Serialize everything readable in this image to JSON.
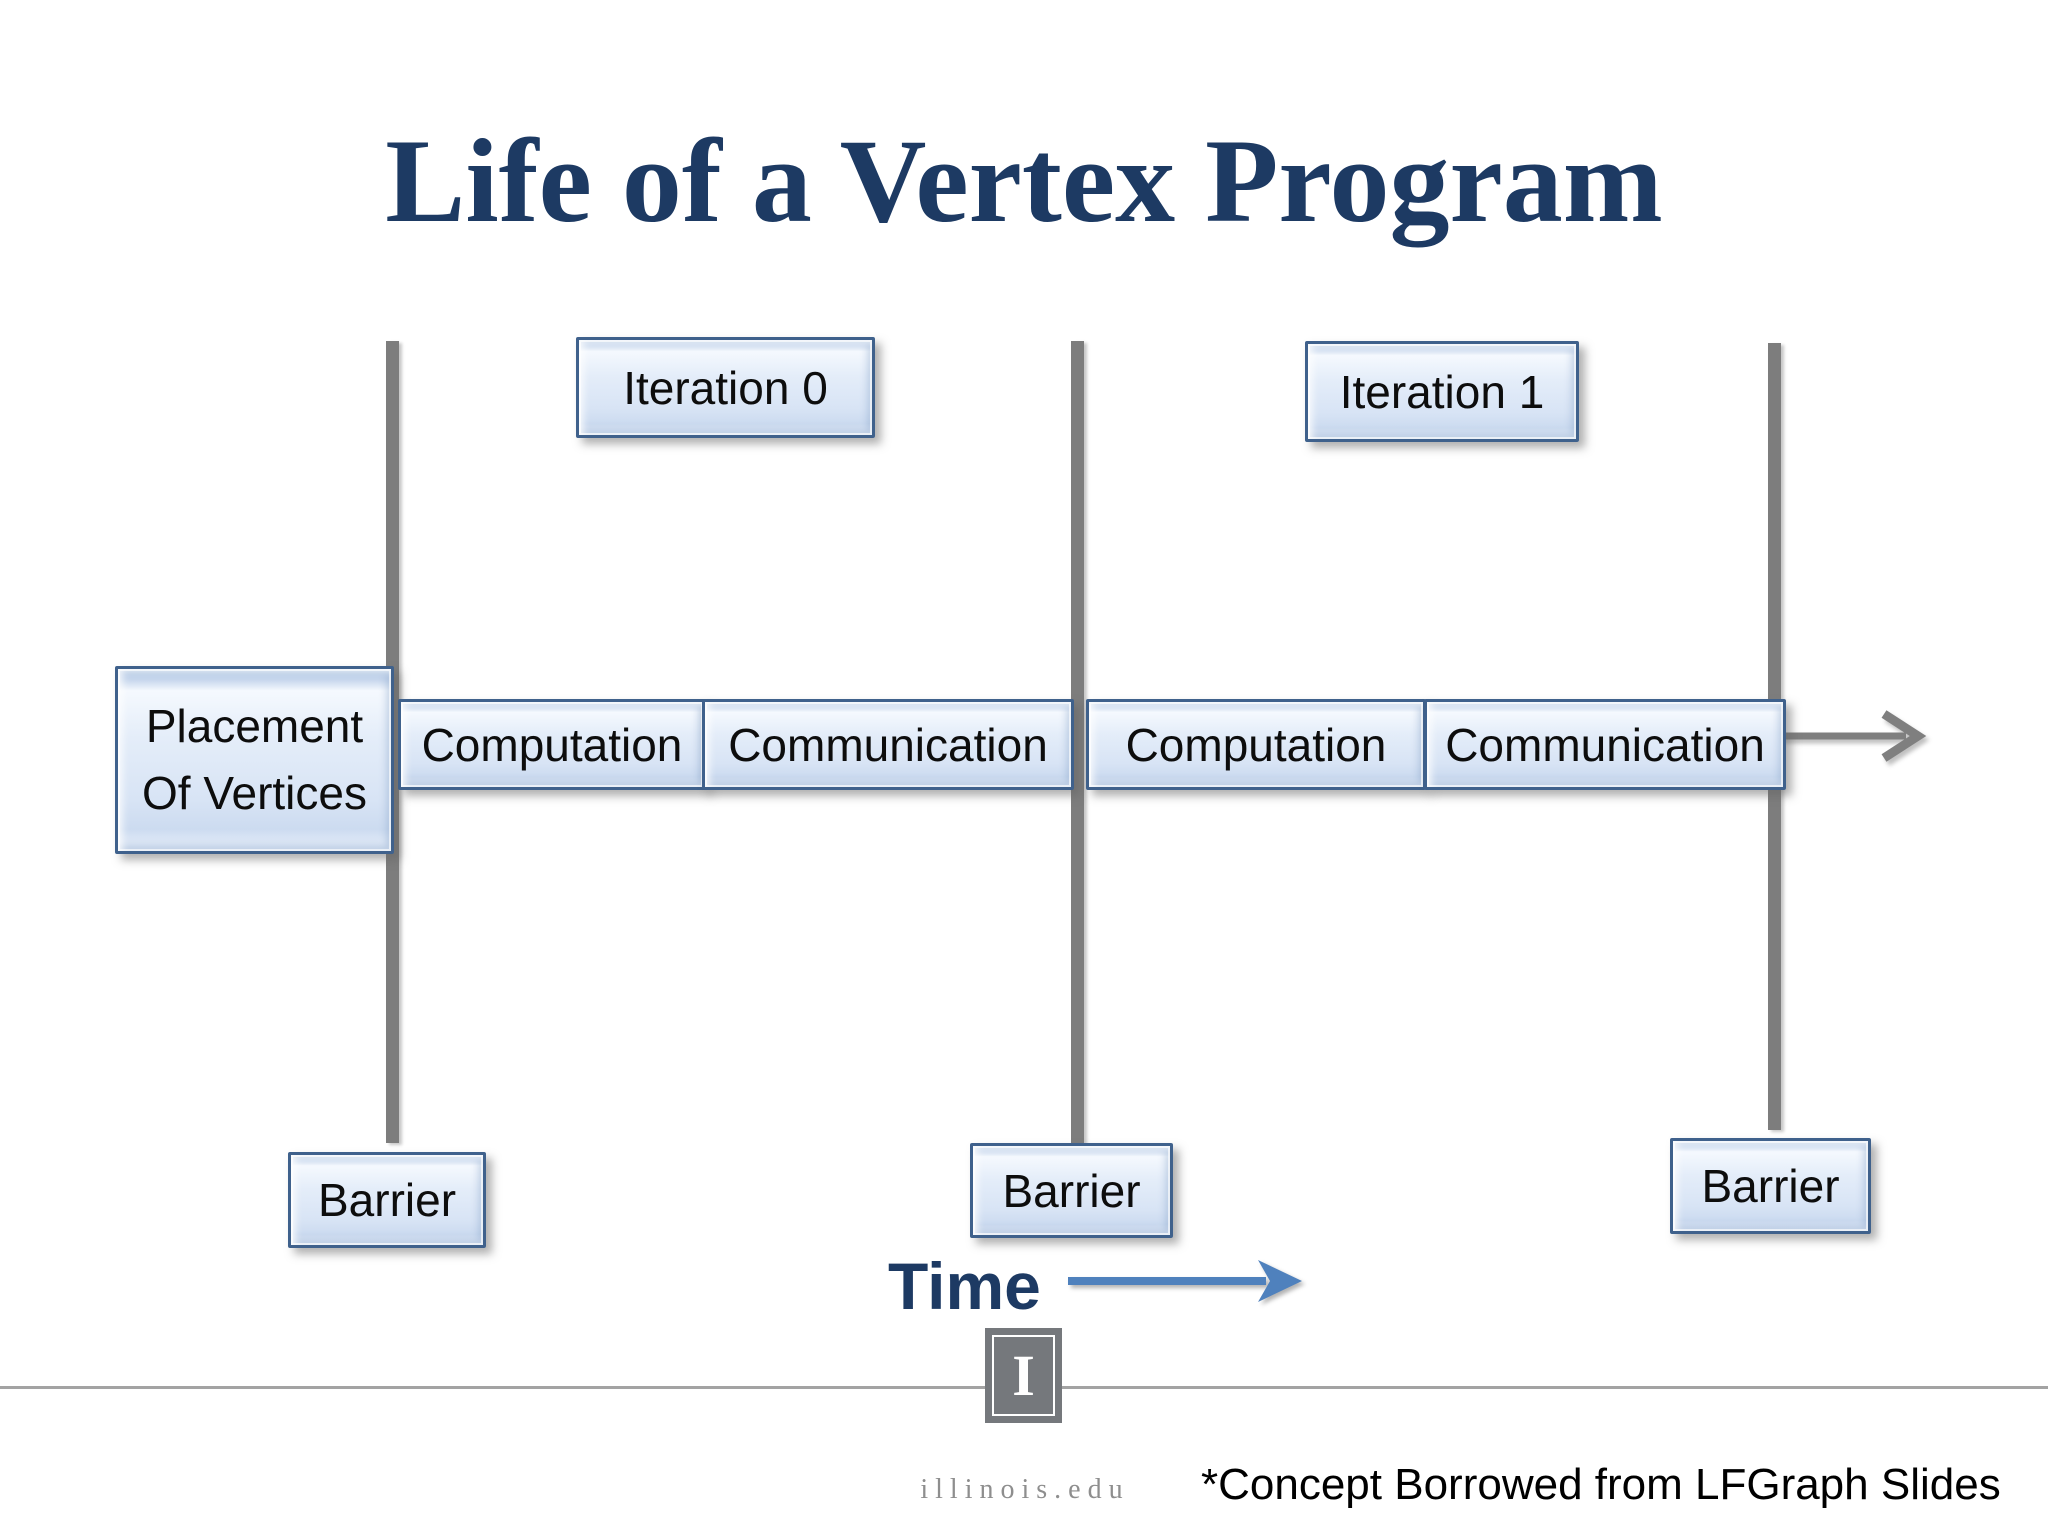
{
  "slide": {
    "title": "Life of a Vertex Program",
    "iterations": [
      {
        "label": "Iteration 0"
      },
      {
        "label": "Iteration 1"
      }
    ],
    "placement": {
      "line1": "Placement",
      "line2": "Of Vertices"
    },
    "phases": [
      {
        "label": "Computation"
      },
      {
        "label": "Communication"
      },
      {
        "label": "Computation"
      },
      {
        "label": "Communication"
      }
    ],
    "barriers": [
      {
        "label": "Barrier"
      },
      {
        "label": "Barrier"
      },
      {
        "label": "Barrier"
      }
    ],
    "time_label": "Time",
    "footnote": "*Concept Borrowed from LFGraph Slides",
    "footer": {
      "logo_text": "I",
      "domain": "illinois.edu"
    },
    "colors": {
      "title_navy": "#1d3a63",
      "box_border_blue": "#3f618c",
      "box_fill_light_blue": "#dce7f6",
      "barrier_line_gray": "#7d7d7d",
      "time_arrow_blue": "#4f81bd",
      "flow_arrow_gray": "#7f7f7f",
      "logo_gray": "#75787c",
      "footer_text_gray": "#8e8e8e",
      "background": "#ffffff"
    }
  }
}
